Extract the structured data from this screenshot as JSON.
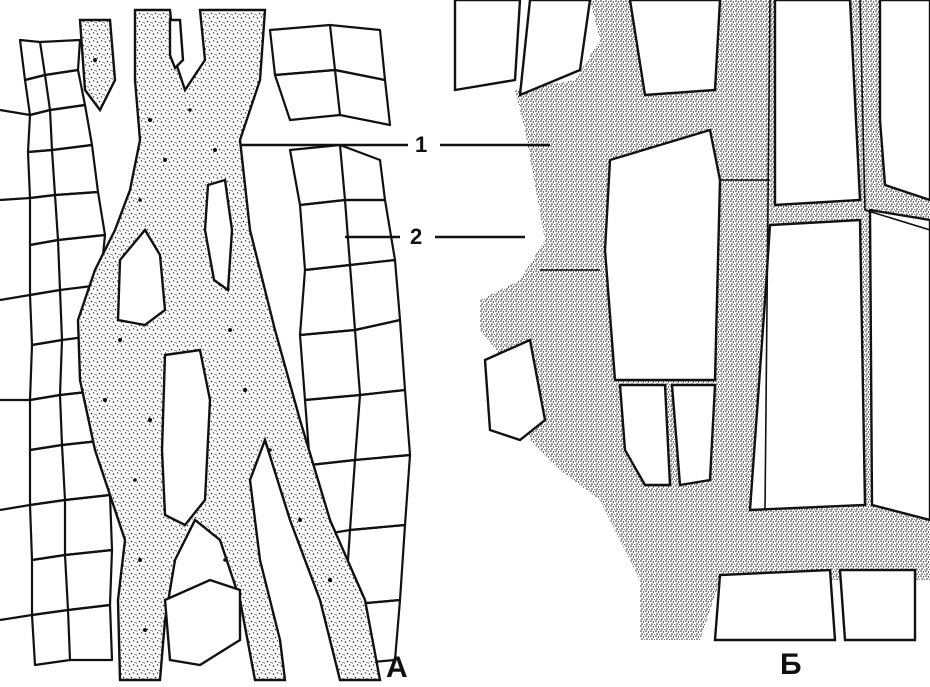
{
  "figure": {
    "panels": [
      {
        "id": "A",
        "label": "А"
      },
      {
        "id": "B",
        "label": "Б"
      }
    ],
    "callouts": [
      {
        "id": "1",
        "label": "1"
      },
      {
        "id": "2",
        "label": "2"
      }
    ]
  }
}
